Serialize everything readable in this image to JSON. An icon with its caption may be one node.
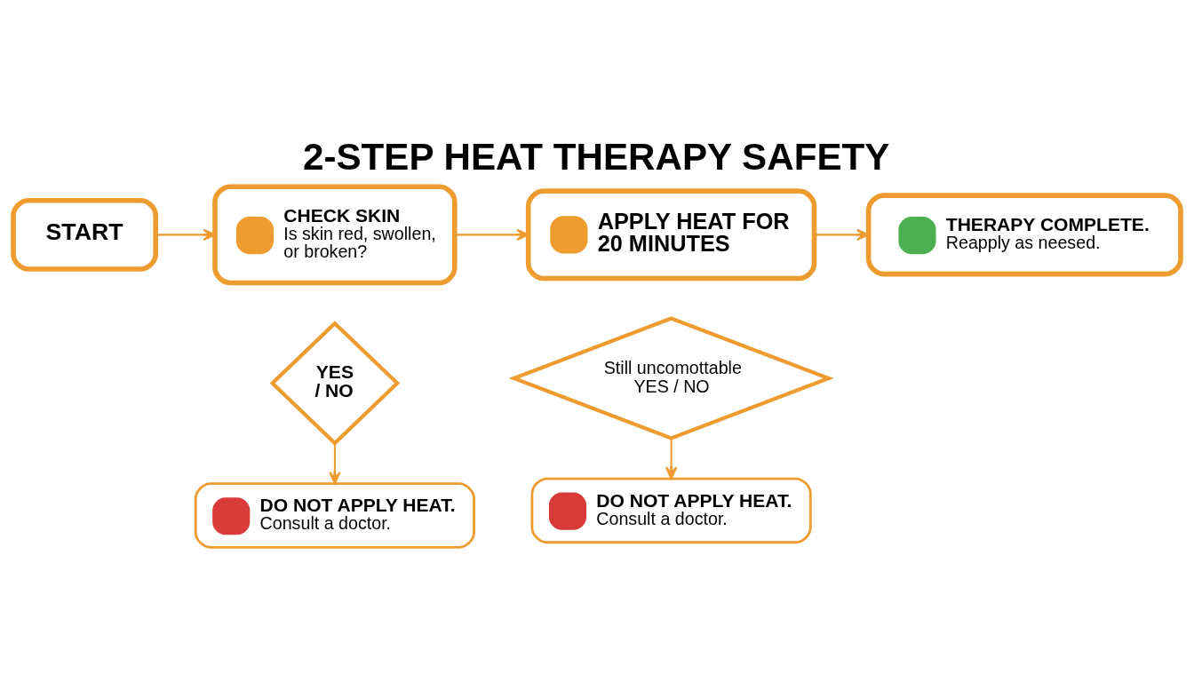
{
  "diagram": {
    "title": "2-STEP HEAT THERAPY SAFETY",
    "nodes": [
      {
        "text": [
          "START"
        ]
      },
      {
        "text": [
          "CHECK SKIN",
          "Is skin red, swollen, or broken?"
        ]
      },
      {
        "text": [
          "YES / NO"
        ]
      },
      {
        "text": [
          "DO NOT APPLY HEAT.",
          "Consult a doctor."
        ]
      },
      {
        "text": [
          "APPLY HEAT FOR 20 MINUTES"
        ]
      },
      {
        "text": [
          "Still uncomottable",
          "YES / NO"
        ]
      },
      {
        "text": [
          "DO NOT APPLY HEAT.",
          "Consult a doctor."
        ]
      },
      {
        "text": [
          "THERAPY COMPLETE.",
          "Reapply as neesed."
        ]
      }
    ],
    "edges": [
      {
        "from": 0,
        "to": 1,
        "arrow": "to"
      },
      {
        "from": 2,
        "to": 3,
        "arrow": "to"
      },
      {
        "from": 1,
        "to": 4,
        "arrow": "to"
      },
      {
        "from": 5,
        "to": 6,
        "arrow": "to"
      },
      {
        "from": 4,
        "to": 7,
        "arrow": "to"
      }
    ]
  }
}
